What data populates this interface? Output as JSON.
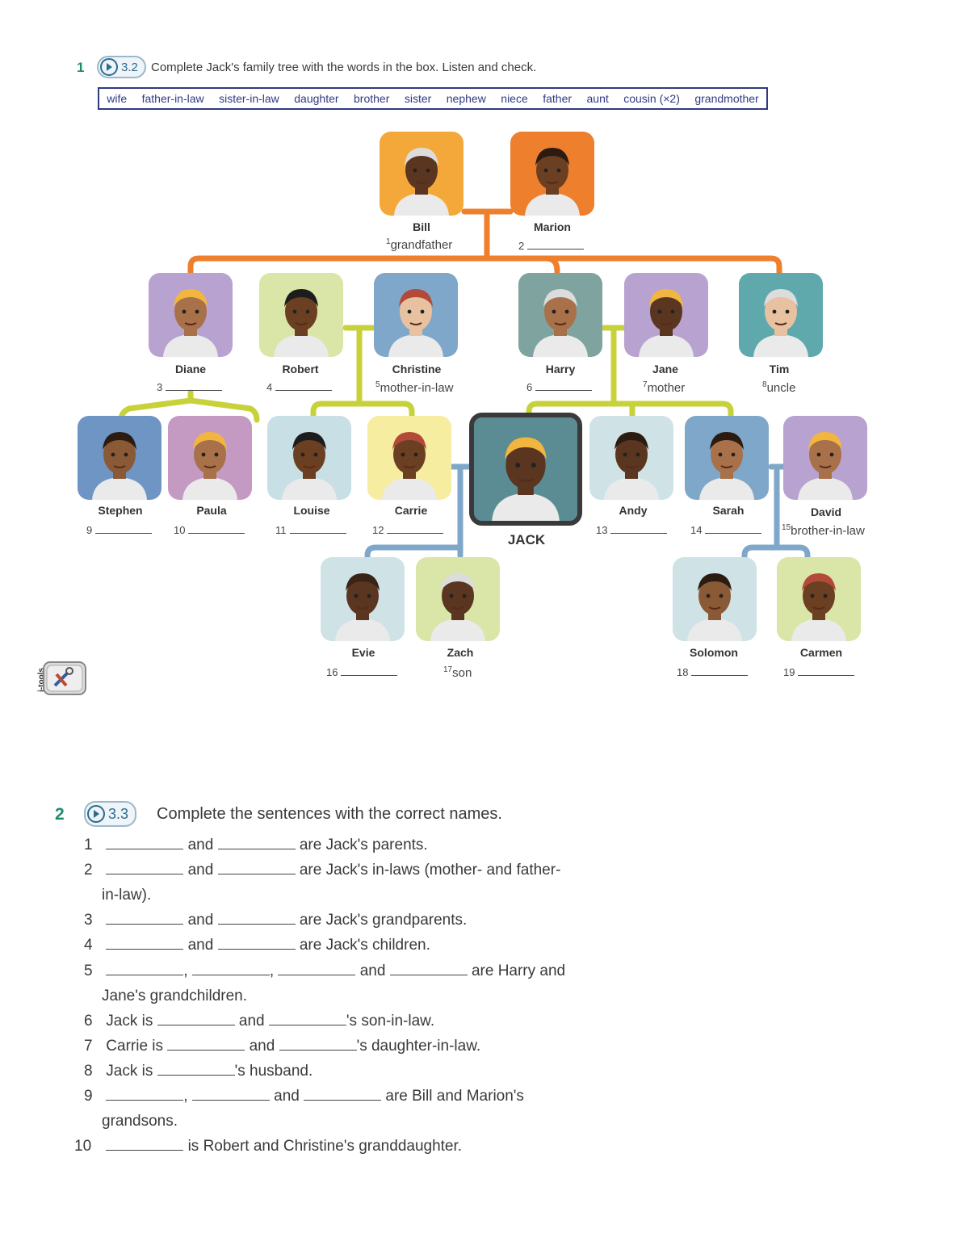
{
  "exercise1": {
    "number": "1",
    "track": "3.2",
    "instruction": "Complete Jack's family tree with the words in the box. Listen and check.",
    "word_box": [
      "wife",
      "father-in-law",
      "sister-in-law",
      "daughter",
      "brother",
      "sister",
      "nephew",
      "niece",
      "father",
      "aunt",
      "cousin (×2)",
      "grandmother"
    ]
  },
  "tree": {
    "people": [
      {
        "id": "bill",
        "name": "Bill",
        "num": "1",
        "answer": "grandfather",
        "bg": "#f4a83a"
      },
      {
        "id": "marion",
        "name": "Marion",
        "num": "2",
        "answer": "",
        "bg": "#ee7f2d"
      },
      {
        "id": "diane",
        "name": "Diane",
        "num": "3",
        "answer": "",
        "bg": "#b8a2d0"
      },
      {
        "id": "robert",
        "name": "Robert",
        "num": "4",
        "answer": "",
        "bg": "#d9e6a8"
      },
      {
        "id": "christine",
        "name": "Christine",
        "num": "5",
        "answer": "mother-in-law",
        "bg": "#7fa7c9"
      },
      {
        "id": "harry",
        "name": "Harry",
        "num": "6",
        "answer": "",
        "bg": "#7fa39f"
      },
      {
        "id": "jane",
        "name": "Jane",
        "num": "7",
        "answer": "mother",
        "bg": "#b8a2d0"
      },
      {
        "id": "tim",
        "name": "Tim",
        "num": "8",
        "answer": "uncle",
        "bg": "#5fa9ad"
      },
      {
        "id": "stephen",
        "name": "Stephen",
        "num": "9",
        "answer": "",
        "bg": "#6f95c4"
      },
      {
        "id": "paula",
        "name": "Paula",
        "num": "10",
        "answer": "",
        "bg": "#c49ac2"
      },
      {
        "id": "louise",
        "name": "Louise",
        "num": "11",
        "answer": "",
        "bg": "#c8dfe6"
      },
      {
        "id": "carrie",
        "name": "Carrie",
        "num": "12",
        "answer": "",
        "bg": "#f6eda0"
      },
      {
        "id": "jack",
        "name": "JACK",
        "num": "",
        "answer": "",
        "bg": "#5b8c93"
      },
      {
        "id": "andy",
        "name": "Andy",
        "num": "13",
        "answer": "",
        "bg": "#cfe3e6"
      },
      {
        "id": "sarah",
        "name": "Sarah",
        "num": "14",
        "answer": "",
        "bg": "#7fa7c9"
      },
      {
        "id": "david",
        "name": "David",
        "num": "15",
        "answer": "brother-in-law",
        "bg": "#b8a2d0"
      },
      {
        "id": "evie",
        "name": "Evie",
        "num": "16",
        "answer": "",
        "bg": "#cfe3e6"
      },
      {
        "id": "zach",
        "name": "Zach",
        "num": "17",
        "answer": "son",
        "bg": "#d9e6a8"
      },
      {
        "id": "solomon",
        "name": "Solomon",
        "num": "18",
        "answer": "",
        "bg": "#cfe3e6"
      },
      {
        "id": "carmen",
        "name": "Carmen",
        "num": "19",
        "answer": "",
        "bg": "#d9e6a8"
      }
    ],
    "line_colors": {
      "orange": "#ee7f2d",
      "green": "#c7d23b",
      "blue": "#7fa7c9"
    }
  },
  "itools": {
    "label": "i-tools",
    "icon": "tools-icon"
  },
  "exercise2": {
    "number": "2",
    "track": "3.3",
    "instruction": "Complete the sentences with the correct names.",
    "sentences": [
      {
        "n": "1",
        "line1": [
          "",
          "and",
          "",
          "are Jack's parents."
        ]
      },
      {
        "n": "2",
        "line1": [
          "",
          "and",
          "",
          "are Jack's in-laws (mother- and father-"
        ],
        "cont": "in-law)."
      },
      {
        "n": "3",
        "line1": [
          "",
          "and",
          "",
          "are Jack's grandparents."
        ]
      },
      {
        "n": "4",
        "line1": [
          "",
          "and",
          "",
          "are Jack's children."
        ]
      },
      {
        "n": "5",
        "parts": [
          ",",
          ",",
          "and",
          "are Harry and"
        ],
        "cont": "Jane's grandchildren."
      },
      {
        "n": "6",
        "text": [
          "Jack is",
          "and",
          "'s son-in-law."
        ]
      },
      {
        "n": "7",
        "text": [
          "Carrie is",
          "and",
          "'s daughter-in-law."
        ]
      },
      {
        "n": "8",
        "text": [
          "Jack is",
          "'s husband."
        ]
      },
      {
        "n": "9",
        "parts": [
          ",",
          "and",
          "are Bill and Marion's"
        ],
        "cont": "grandsons."
      },
      {
        "n": "10",
        "text": [
          "is Robert and Christine's granddaughter."
        ]
      }
    ]
  }
}
